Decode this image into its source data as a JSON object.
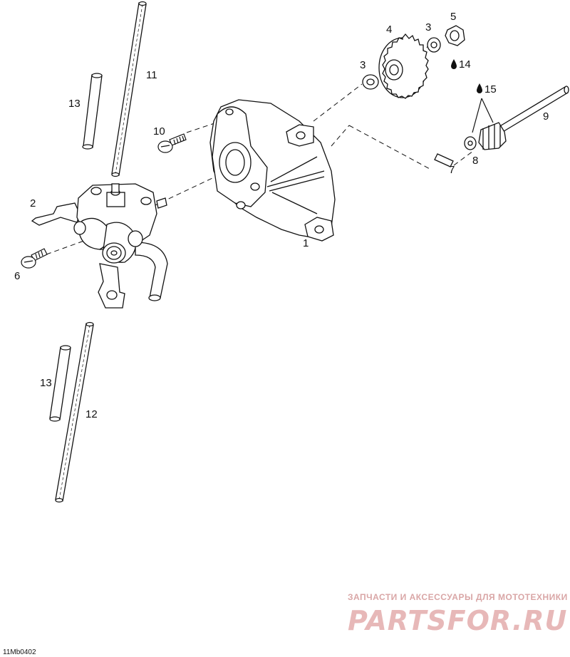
{
  "labels": {
    "l1": "1",
    "l2": "2",
    "l3a": "3",
    "l3b": "3",
    "l4": "4",
    "l5": "5",
    "l6": "6",
    "l7": "7",
    "l8": "8",
    "l9": "9",
    "l10": "10",
    "l11": "11",
    "l12": "12",
    "l13a": "13",
    "l13b": "13",
    "l14": "14",
    "l15": "15"
  },
  "drawing_code": "11Mb0402",
  "watermark": {
    "tagline": "ЗАПЧАСТИ И АКСЕССУАРЫ ДЛЯ МОТОТЕХНИКИ",
    "brand": "PARTSFOR.RU",
    "color": "#e7b8b8"
  },
  "icons": [
    "oil-drop-icon"
  ],
  "colors": {
    "ink": "#111111",
    "background": "#ffffff"
  }
}
